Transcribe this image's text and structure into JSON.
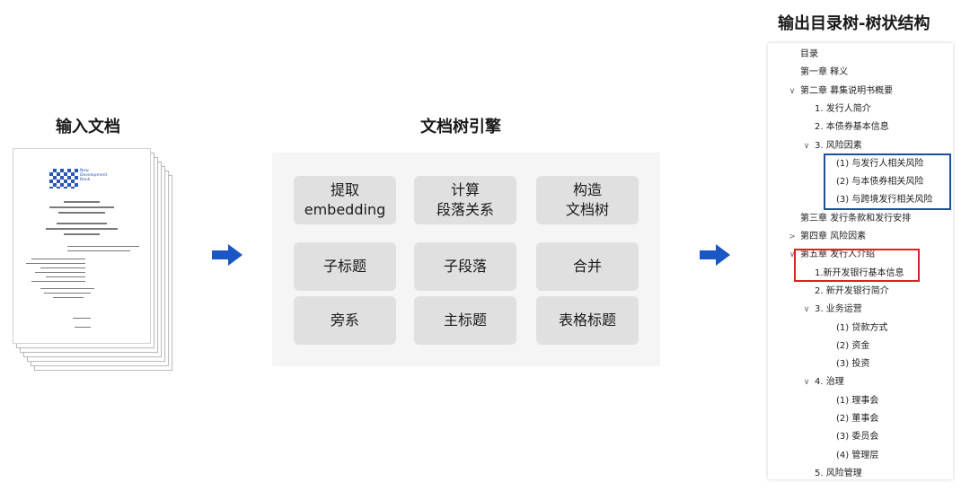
{
  "input": {
    "title": "输入文档",
    "cover_logo_text": [
      "New",
      "Development",
      "Bank"
    ],
    "cover_title_lines": [
      "新开发银行",
      "2023-2025年熊猫债券发行（第四期）",
      "募集说明书",
      "New Development Bank",
      "2023-2025 Renminbi Bond Program",
      "Base Prospectus"
    ]
  },
  "engine": {
    "title": "文档树引擎",
    "chips": [
      "提取\nembedding",
      "计算\n段落关系",
      "构造\n文档树",
      "子标题",
      "子段落",
      "合并",
      "旁系",
      "主标题",
      "表格标题"
    ]
  },
  "output": {
    "title": "输出目录树-树状结构",
    "toc": [
      {
        "label": "目录",
        "caret": ""
      },
      {
        "label": "第一章 释义",
        "caret": ""
      },
      {
        "label": "第二章 募集说明书概要",
        "caret": "∨"
      },
      {
        "label": "1. 发行人简介",
        "caret": ""
      },
      {
        "label": "2. 本债券基本信息",
        "caret": ""
      },
      {
        "label": "3. 风险因素",
        "caret": "∨"
      },
      {
        "label": "(1) 与发行人相关风险",
        "caret": ""
      },
      {
        "label": "(2) 与本债券相关风险",
        "caret": ""
      },
      {
        "label": "(3) 与跨境发行相关风险",
        "caret": ""
      },
      {
        "label": "第三章 发行条款和发行安排",
        "caret": ""
      },
      {
        "label": "第四章 风险因素",
        "caret": ">"
      },
      {
        "label": "第五章 发行人介绍",
        "caret": "∨"
      },
      {
        "label": "1.新开发银行基本信息",
        "caret": ""
      },
      {
        "label": "2. 新开发银行简介",
        "caret": ""
      },
      {
        "label": "3. 业务运营",
        "caret": "∨"
      },
      {
        "label": "(1) 贷款方式",
        "caret": ""
      },
      {
        "label": "(2) 资金",
        "caret": ""
      },
      {
        "label": "(3) 投资",
        "caret": ""
      },
      {
        "label": "4. 治理",
        "caret": "∨"
      },
      {
        "label": "(1) 理事会",
        "caret": ""
      },
      {
        "label": "(2) 董事会",
        "caret": ""
      },
      {
        "label": "(3) 委员会",
        "caret": ""
      },
      {
        "label": "(4) 管理层",
        "caret": ""
      },
      {
        "label": "5. 风险管理",
        "caret": ""
      }
    ]
  },
  "colors": {
    "arrow": "#1a56c4",
    "highlight_blue": "#1f4e9c",
    "highlight_red": "#e02020"
  }
}
